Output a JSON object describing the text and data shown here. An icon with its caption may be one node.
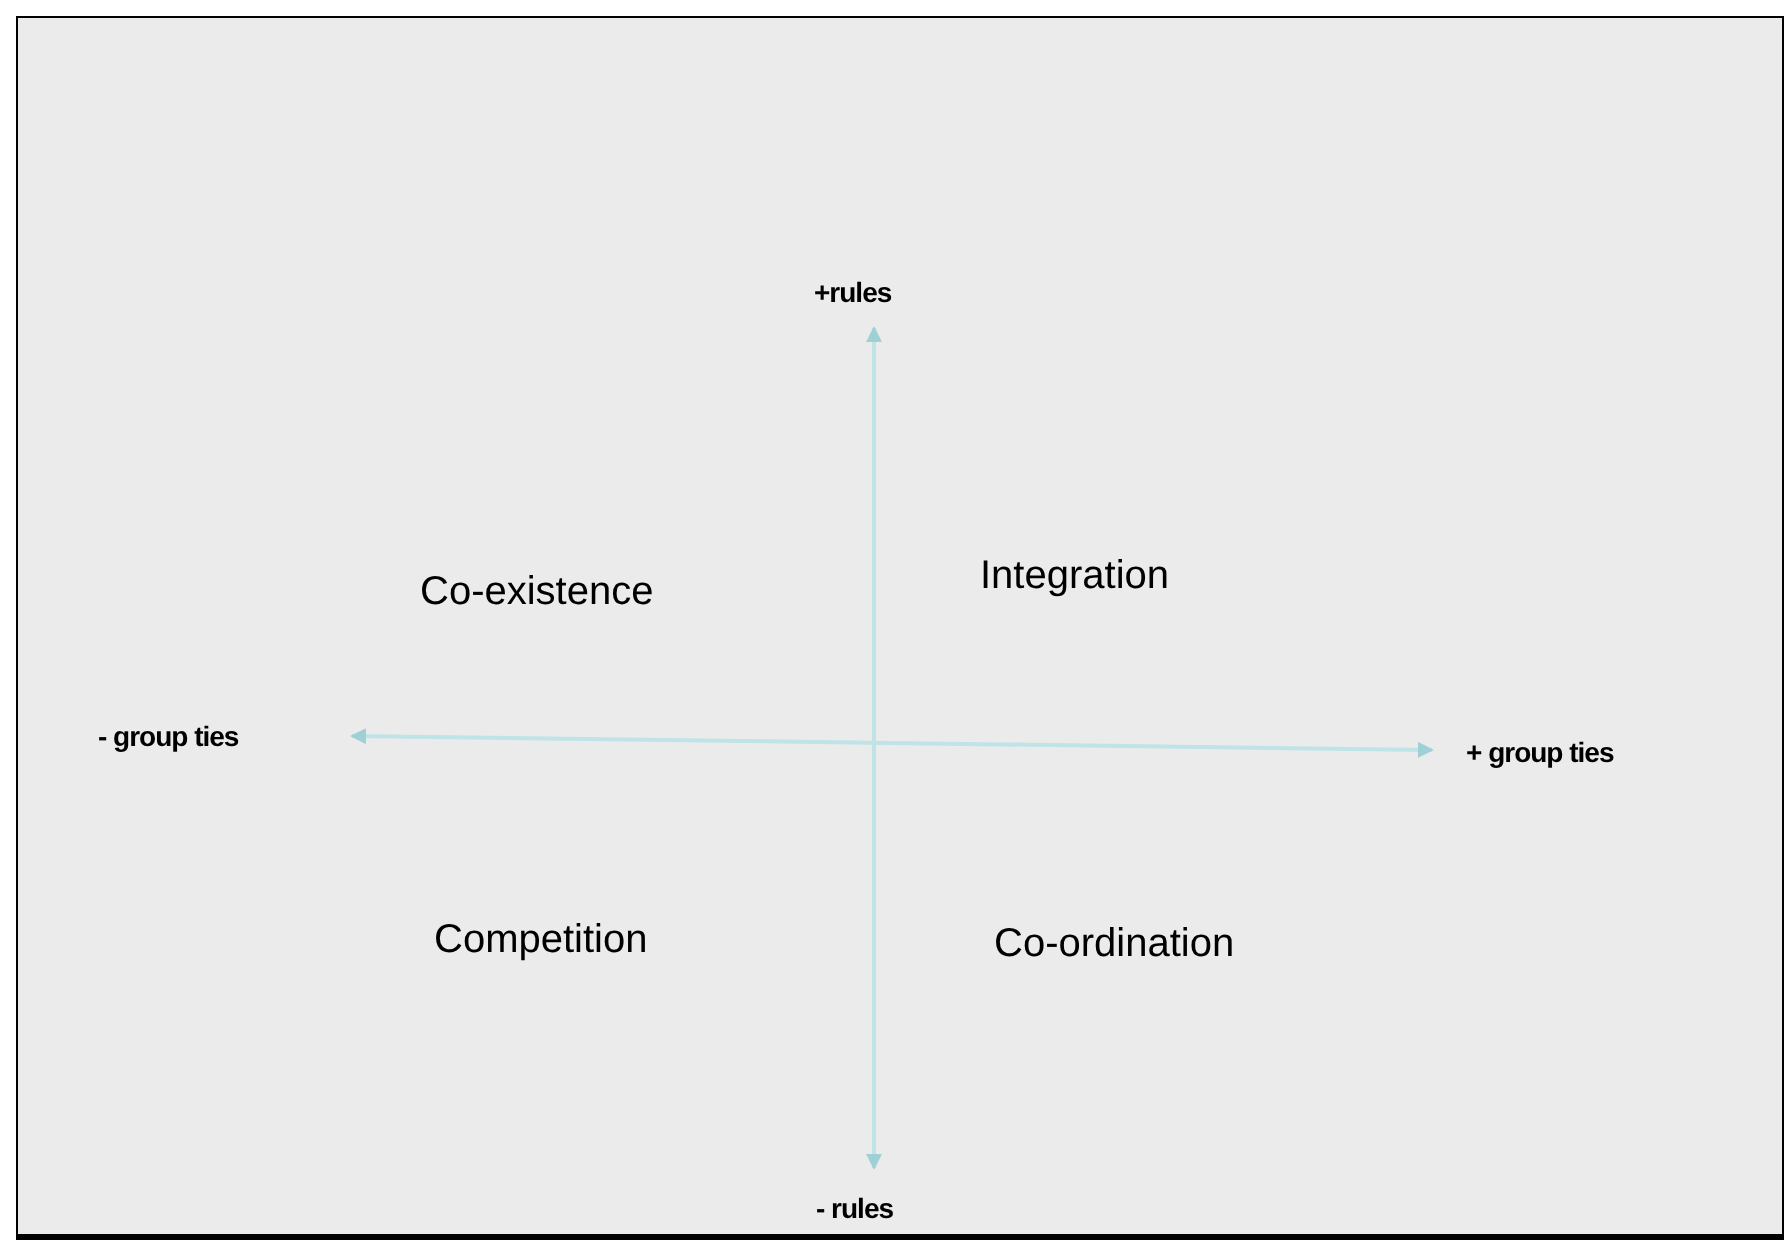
{
  "diagram": {
    "labels": [
      "+rules",
      "Co-existence",
      "Integration",
      "- group ties",
      "+ group ties",
      "Competition",
      "Co-ordination",
      "- rules"
    ]
  }
}
